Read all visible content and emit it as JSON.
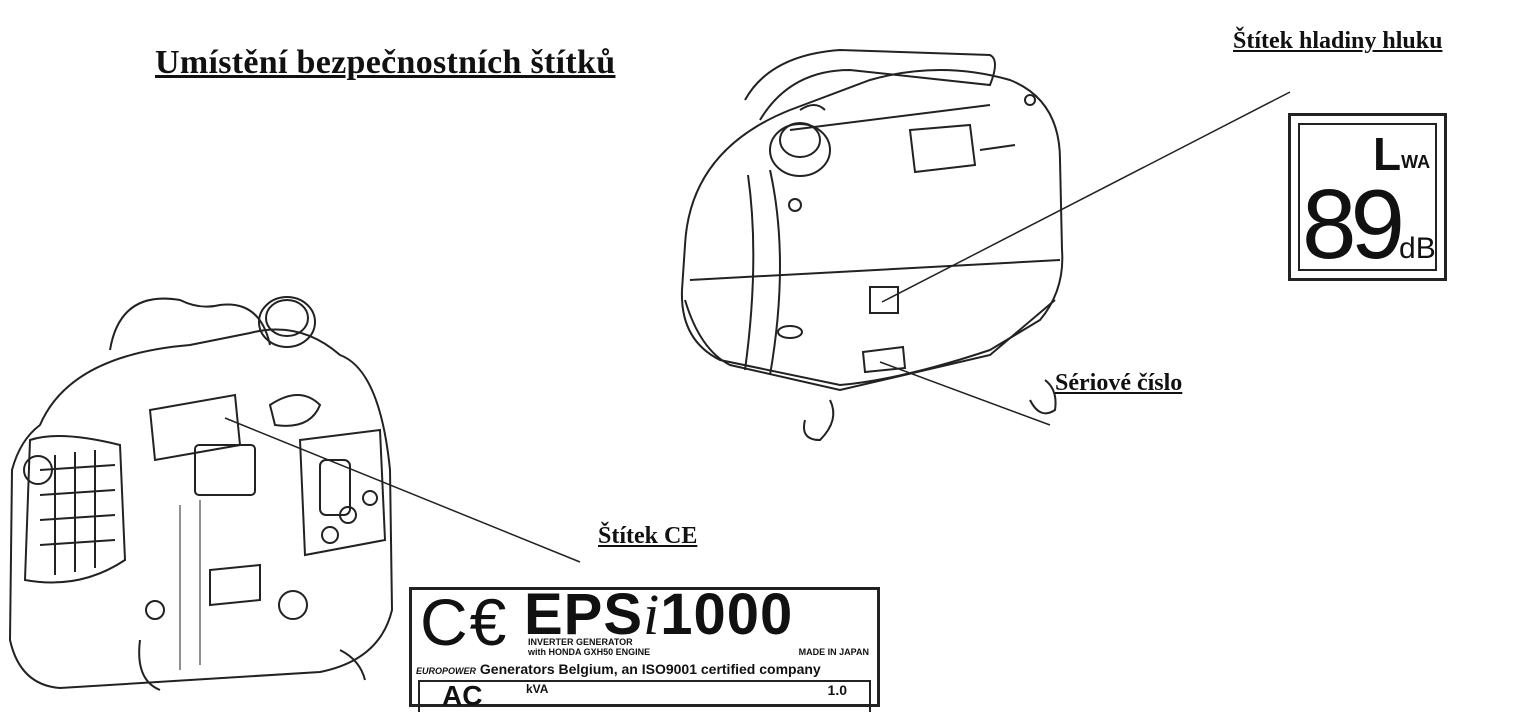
{
  "title": "Umístění bezpečnostních štítků",
  "labels": {
    "noise": "Štítek hladiny hluku",
    "serial": "Sériové číslo",
    "ce": "Štítek CE"
  },
  "noise_sticker": {
    "symbol": "L",
    "subscript": "WA",
    "value": "89",
    "unit": "dB",
    "icon": "speaker-icon"
  },
  "ce_plate": {
    "ce_mark": "C€",
    "model_prefix": "EPS",
    "model_i": "i",
    "model_number": "1000",
    "line1": "INVERTER GENERATOR",
    "line2": "with HONDA GXH50 ENGINE",
    "made_in": "MADE IN JAPAN",
    "brand": "EUROPOWER",
    "company": "Generators Belgium, an ISO9001 certified company",
    "ac": "AC",
    "kva": "kVA",
    "rating": "1.0"
  }
}
